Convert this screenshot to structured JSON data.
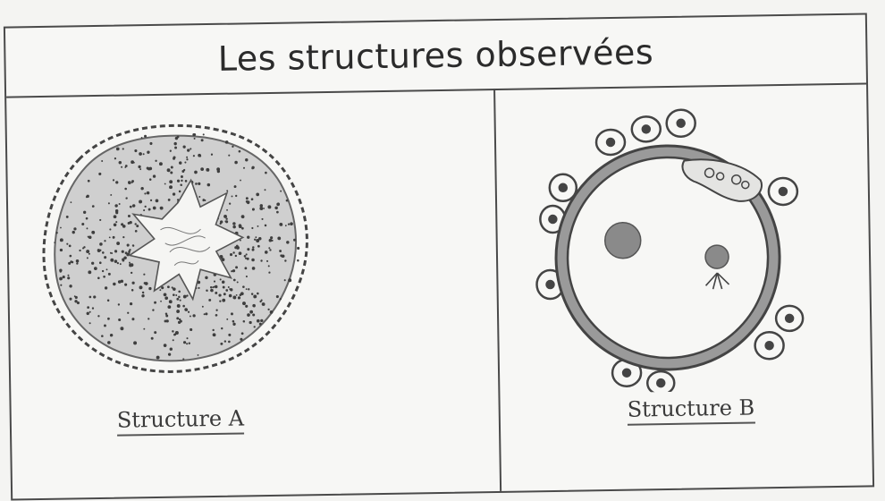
{
  "title": "Les structures observées",
  "structures": [
    {
      "caption": "Structure A"
    },
    {
      "caption": "Structure B"
    }
  ],
  "colors": {
    "ink": "#2b2b2b",
    "stipple": "#555555",
    "ring": "#9a9a9a",
    "background": "#f7f7f5"
  }
}
